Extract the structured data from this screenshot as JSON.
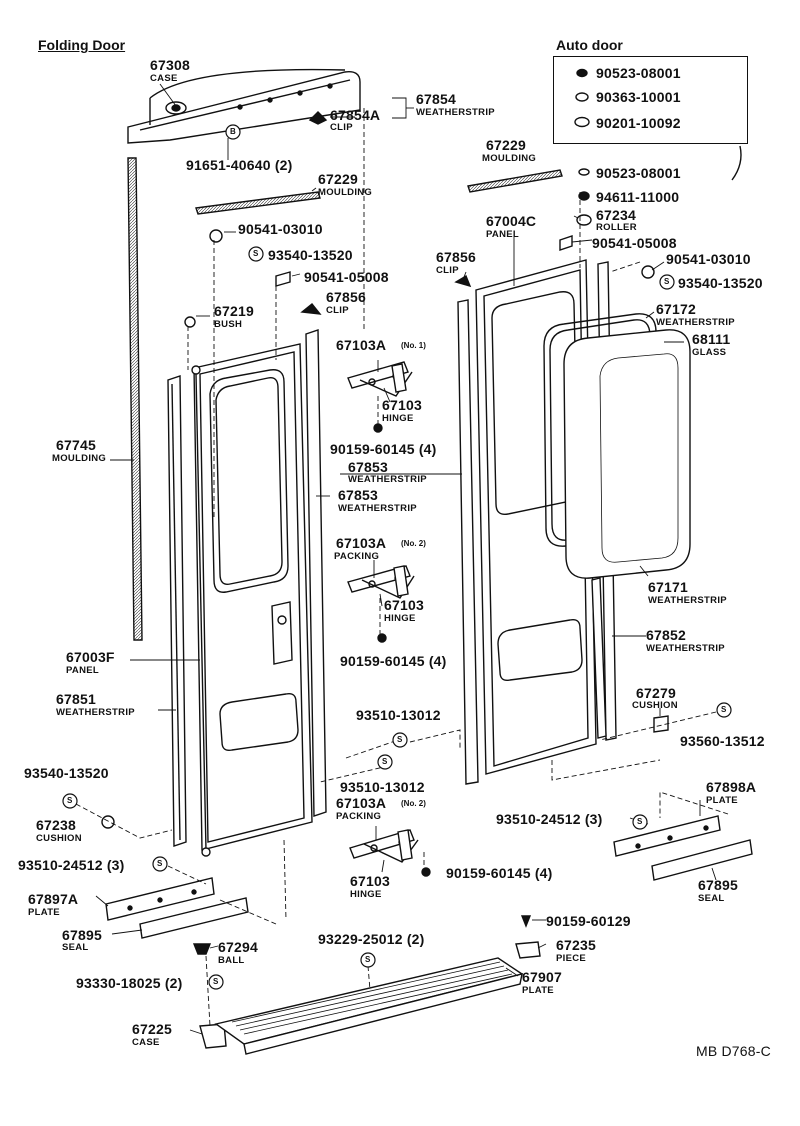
{
  "headers": {
    "folding": "Folding Door",
    "auto": "Auto door"
  },
  "labels": {
    "p67308": "67308",
    "case1": "CASE",
    "p67854": "67854",
    "weatherstrip1": "WEATHERSTRIP",
    "p67854A": "67854A",
    "clip1": "CLIP",
    "p91651": "91651-40640 (2)",
    "p67229a": "67229",
    "moulding1": "MOULDING",
    "p90541a": "90541-03010",
    "p93540a": "93540-13520",
    "p90541b": "90541-05008",
    "p67856a": "67856",
    "clip2": "CLIP",
    "p67219": "67219",
    "bush": "BUSH",
    "p67103Aa": "67103A",
    "no1": "(No. 1)",
    "p67103a": "67103",
    "hinge1": "HINGE",
    "p90159a": "90159-60145 (4)",
    "p67745": "67745",
    "moulding2": "MOULDING",
    "p67853a": "67853",
    "weatherstrip2": "WEATHERSTRIP",
    "p67103Ab": "67103A",
    "no2a": "(No. 2)",
    "packing1": "PACKING",
    "p67103b": "67103",
    "hinge2": "HINGE",
    "p90159b": "90159-60145 (4)",
    "p67003F": "67003F",
    "panel1": "PANEL",
    "p67851": "67851",
    "weatherstrip3": "WEATHERSTRIP",
    "p93510a": "93510-13012",
    "p93510b": "93510-13012",
    "p67103Ac": "67103A",
    "no2b": "(No. 2)",
    "packing2": "PACKING",
    "p67103c": "67103",
    "hinge3": "HINGE",
    "p90159c": "90159-60145 (4)",
    "p93540b": "93540-13520",
    "p67238": "67238",
    "cushion1": "CUSHION",
    "p93510c": "93510-24512 (3)",
    "p67897A": "67897A",
    "plate1": "PLATE",
    "p67895a": "67895",
    "seal1": "SEAL",
    "p67294": "67294",
    "ball": "BALL",
    "p93330": "93330-18025 (2)",
    "p67225": "67225",
    "case2": "CASE",
    "p93229": "93229-25012 (2)",
    "p67907": "67907",
    "plate2": "PLATE",
    "p90523a": "90523-08001",
    "p90363": "90363-10001",
    "p90201": "90201-10092",
    "p67229b": "67229",
    "moulding3": "MOULDING",
    "p90523b": "90523-08001",
    "p94611": "94611-11000",
    "p67234": "67234",
    "roller": "ROLLER",
    "p67004C": "67004C",
    "panel2": "PANEL",
    "p90541c": "90541-05008",
    "p67856b": "67856",
    "clip3": "CLIP",
    "p90541d": "90541-03010",
    "p93540c": "93540-13520",
    "p67172": "67172",
    "weatherstrip4": "WEATHERSTRIP",
    "p68111": "68111",
    "glass": "GLASS",
    "p67853b": "67853",
    "weatherstrip5": "WEATHERSTRIP",
    "p67171": "67171",
    "weatherstrip6": "WEATHERSTRIP",
    "p67852": "67852",
    "weatherstrip7": "WEATHERSTRIP",
    "p67279": "67279",
    "cushion2": "CUSHION",
    "p93560": "93560-13512",
    "p67898A": "67898A",
    "plate3": "PLATE",
    "p93510d": "93510-24512 (3)",
    "p67895b": "67895",
    "seal2": "SEAL",
    "p90159d": "90159-60129",
    "p67235": "67235",
    "piece": "PIECE",
    "code": "MB D768-C"
  },
  "marks": {
    "s": "S",
    "b": "B"
  }
}
